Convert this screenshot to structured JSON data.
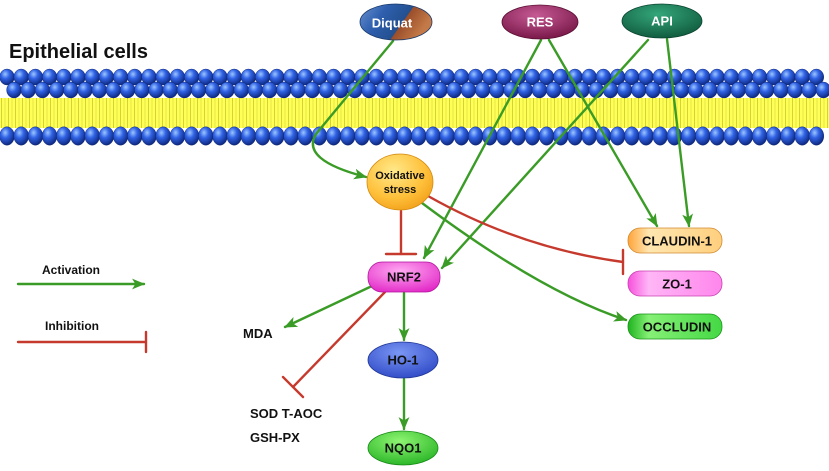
{
  "title": "Epithelial cells",
  "inputs": {
    "diquat": "Diquat",
    "res": "RES",
    "api": "API"
  },
  "nodes": {
    "oxidative_stress": {
      "line1": "Oxidative",
      "line2": "stress"
    },
    "nrf2": "NRF2",
    "ho1": "HO-1",
    "nqo1": "NQO1",
    "mda": "MDA",
    "antioxidants": {
      "line1": "SOD T-AOC",
      "line2": "GSH-PX"
    },
    "claudin1": "CLAUDIN-1",
    "zo1": "ZO-1",
    "occludin": "OCCLUDIN"
  },
  "legend": {
    "activation": "Activation",
    "inhibition": "Inhibition"
  },
  "colors": {
    "activation": "#3a9c26",
    "inhibition": "#c63a2e"
  }
}
